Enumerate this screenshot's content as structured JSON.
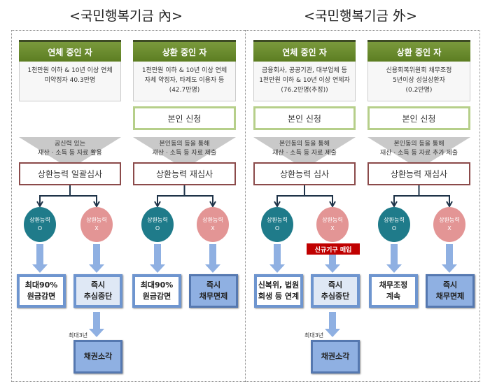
{
  "titles": {
    "inside": "<국민행복기금 內>",
    "outside": "<국민행복기금 外>"
  },
  "columns": [
    {
      "header": "연체 중인 자",
      "info": "1천만원 이하 & 10년 이상 연체\n미약정자 40.3만명",
      "funnel": "공신력 있는\n재산 · 소득 등 자료 활용",
      "review": "상환능력 일괄심사",
      "outcome_o": "최대90%\n원금감면",
      "outcome_x": "즉시\n추심중단",
      "final_note": "최대3년",
      "final": "채권소각"
    },
    {
      "header": "상환 중인 자",
      "info": "1천만원 이하 & 10년 이상 연체\n자체 약정자, 타제도 이용자 등\n(42.7만명)",
      "apply": "본인 신청",
      "funnel": "본인동의 등을 통해\n재산 · 소득 등 자료 제출",
      "review": "상환능력 재심사",
      "outcome_o": "최대90%\n원금감면",
      "outcome_x": "즉시\n채무면제"
    },
    {
      "header": "연체 중인 자",
      "info": "금융회사, 공공기관, 대부업체 등\n1천만원 이하 & 10년 이상 연체자\n(76.2만명(추정))",
      "apply": "본인 신청",
      "funnel": "본인동의 등을 통해\n재산 · 소득 등 자료 제출",
      "review": "상환능력 심사",
      "outcome_o": "신복위, 법원\n회생 등 연계",
      "red_label": "신규기구 매입",
      "outcome_x": "즉시\n추심중단",
      "final_note": "최대3년",
      "final": "채권소각"
    },
    {
      "header": "상환 중인 자",
      "info": "신용회복위원회 채무조정\n5년이상 성실상환자\n(0.2만명)",
      "apply": "본인 신청",
      "funnel": "본인동의 등을 통해\n재산 · 소득 등 자료 추가 제출",
      "review": "상환능력 재심사",
      "outcome_o": "채무조정\n계속",
      "outcome_x": "즉시\n채무면제"
    }
  ],
  "circle": {
    "o_label": "상환능력",
    "o_mark": "O",
    "x_label": "상환능력",
    "x_mark": "X"
  },
  "colors": {
    "green": "#5c7d22",
    "teal": "#1f7b8a",
    "pink": "#e39595",
    "blue": "#6e95cf",
    "red": "#c00000"
  }
}
